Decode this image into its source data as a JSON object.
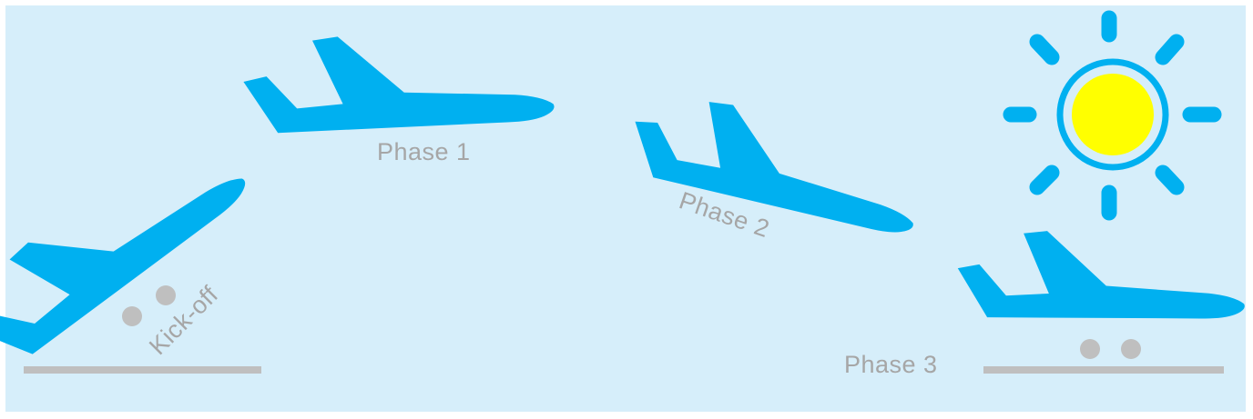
{
  "labels": {
    "kickoff": "Kick-off",
    "phase1": "Phase 1",
    "phase2": "Phase 2",
    "phase3": "Phase 3"
  },
  "icons": [
    "airplane-icon",
    "sun-icon",
    "landing-gear-icon",
    "runway-icon"
  ],
  "colors": {
    "background": "#d6eefa",
    "airplane": "#00b0f0",
    "sun": "#ffff00",
    "sun_ring": "#00b0f0",
    "runway": "#bfbfbf",
    "wheels": "#bfbfbf",
    "label_text": "#a6a6a6"
  }
}
